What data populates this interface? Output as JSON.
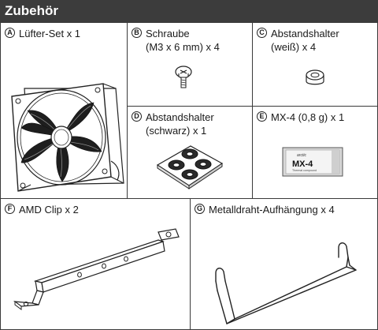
{
  "header": {
    "title": "Zubehör"
  },
  "items": [
    {
      "letter": "A",
      "lines": [
        "Lüfter-Set x 1"
      ]
    },
    {
      "letter": "B",
      "lines": [
        "Schraube",
        "(M3 x 6 mm) x 4"
      ]
    },
    {
      "letter": "C",
      "lines": [
        "Abstandshalter",
        "(weiß) x 4"
      ]
    },
    {
      "letter": "D",
      "lines": [
        "Abstandshalter",
        "(schwarz) x 1"
      ]
    },
    {
      "letter": "E",
      "lines": [
        "MX-4 (0,8 g) x 1"
      ]
    },
    {
      "letter": "F",
      "lines": [
        "AMD Clip x 2"
      ]
    },
    {
      "letter": "G",
      "lines": [
        "Metalldraht-Aufhängung x 4"
      ]
    }
  ],
  "mx4_pack": {
    "brand": "arctic",
    "product": "MX-4",
    "subtitle": "Thermal compound"
  },
  "icons": {
    "A": "fan-icon",
    "B": "screw-icon",
    "C": "white-spacer-icon",
    "D": "black-spacer-sheet-icon",
    "E": "thermal-paste-pack-icon",
    "F": "amd-clip-icon",
    "G": "wire-hanger-icon"
  }
}
